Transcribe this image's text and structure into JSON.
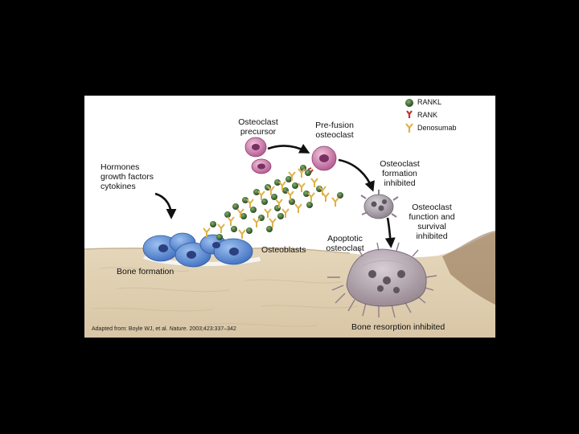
{
  "legend": {
    "rankl": "RANKL",
    "rank": "RANK",
    "denosumab": "Denosumab"
  },
  "labels": {
    "hormones": "Hormones\ngrowth factors\ncytokines",
    "osteoclast_precursor": "Osteoclast\nprecursor",
    "pre_fusion": "Pre-fusion\nosteoclast",
    "formation_inhibited": "Osteoclast\nformation\ninhibited",
    "function_inhibited": "Osteoclast\nfunction and\nsurvival\ninhibited",
    "apoptotic": "Apoptotic\nosteoclast",
    "osteoblasts": "Osteoblasts",
    "bone_formation": "Bone formation",
    "bone_resorption": "Bone resorption inhibited"
  },
  "citation": {
    "prefix": "Adapted from: Boyle WJ, et al. ",
    "journal": "Nature",
    "suffix": ". 2003;423:337–342"
  },
  "colors": {
    "background": "#000000",
    "bone": "#e3d3b6",
    "osteoblast": "#5d8fd8",
    "precursor": "#c77aa8",
    "osteoclast": "#9a8e98",
    "rankl": "#2f5d2a",
    "rank": "#c0332a",
    "denosumab": "#e0b14a"
  }
}
